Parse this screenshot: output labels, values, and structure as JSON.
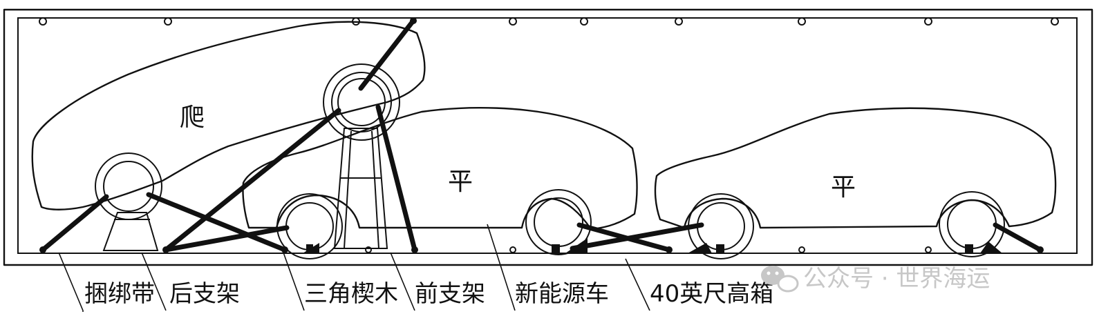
{
  "vehicle_marks": {
    "raised": "爬",
    "flat_1": "平",
    "flat_2": "平"
  },
  "labels": {
    "strap": "捆绑带",
    "rear_stand": "后支架",
    "wedge": "三角楔木",
    "front_stand": "前支架",
    "nev": "新能源车",
    "container": "40英尺高箱"
  },
  "watermark": "公众号 · 世界海运",
  "colors": {
    "line": "#111111",
    "watermark": "#c7c7c7"
  }
}
